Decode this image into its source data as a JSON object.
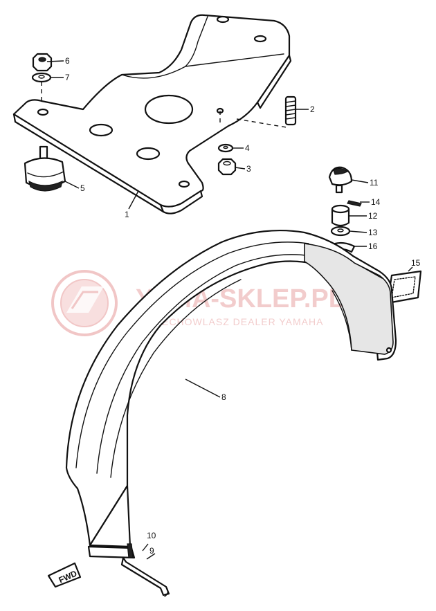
{
  "diagram": {
    "callouts": [
      {
        "id": "1",
        "label": "1"
      },
      {
        "id": "2",
        "label": "2"
      },
      {
        "id": "3",
        "label": "3"
      },
      {
        "id": "4",
        "label": "4"
      },
      {
        "id": "5",
        "label": "5"
      },
      {
        "id": "6",
        "label": "6"
      },
      {
        "id": "7",
        "label": "7"
      },
      {
        "id": "8",
        "label": "8"
      },
      {
        "id": "9",
        "label": "9"
      },
      {
        "id": "10",
        "label": "10"
      },
      {
        "id": "11",
        "label": "11"
      },
      {
        "id": "12",
        "label": "12"
      },
      {
        "id": "13",
        "label": "13"
      },
      {
        "id": "14",
        "label": "14"
      },
      {
        "id": "15",
        "label": "15"
      },
      {
        "id": "16",
        "label": "16"
      }
    ],
    "direction_tag": "FWD"
  },
  "watermark": {
    "title": "YAMA-SKLEP.PL",
    "subtitle": "WSZECHOWLASZ DEALER YAMAHA"
  }
}
